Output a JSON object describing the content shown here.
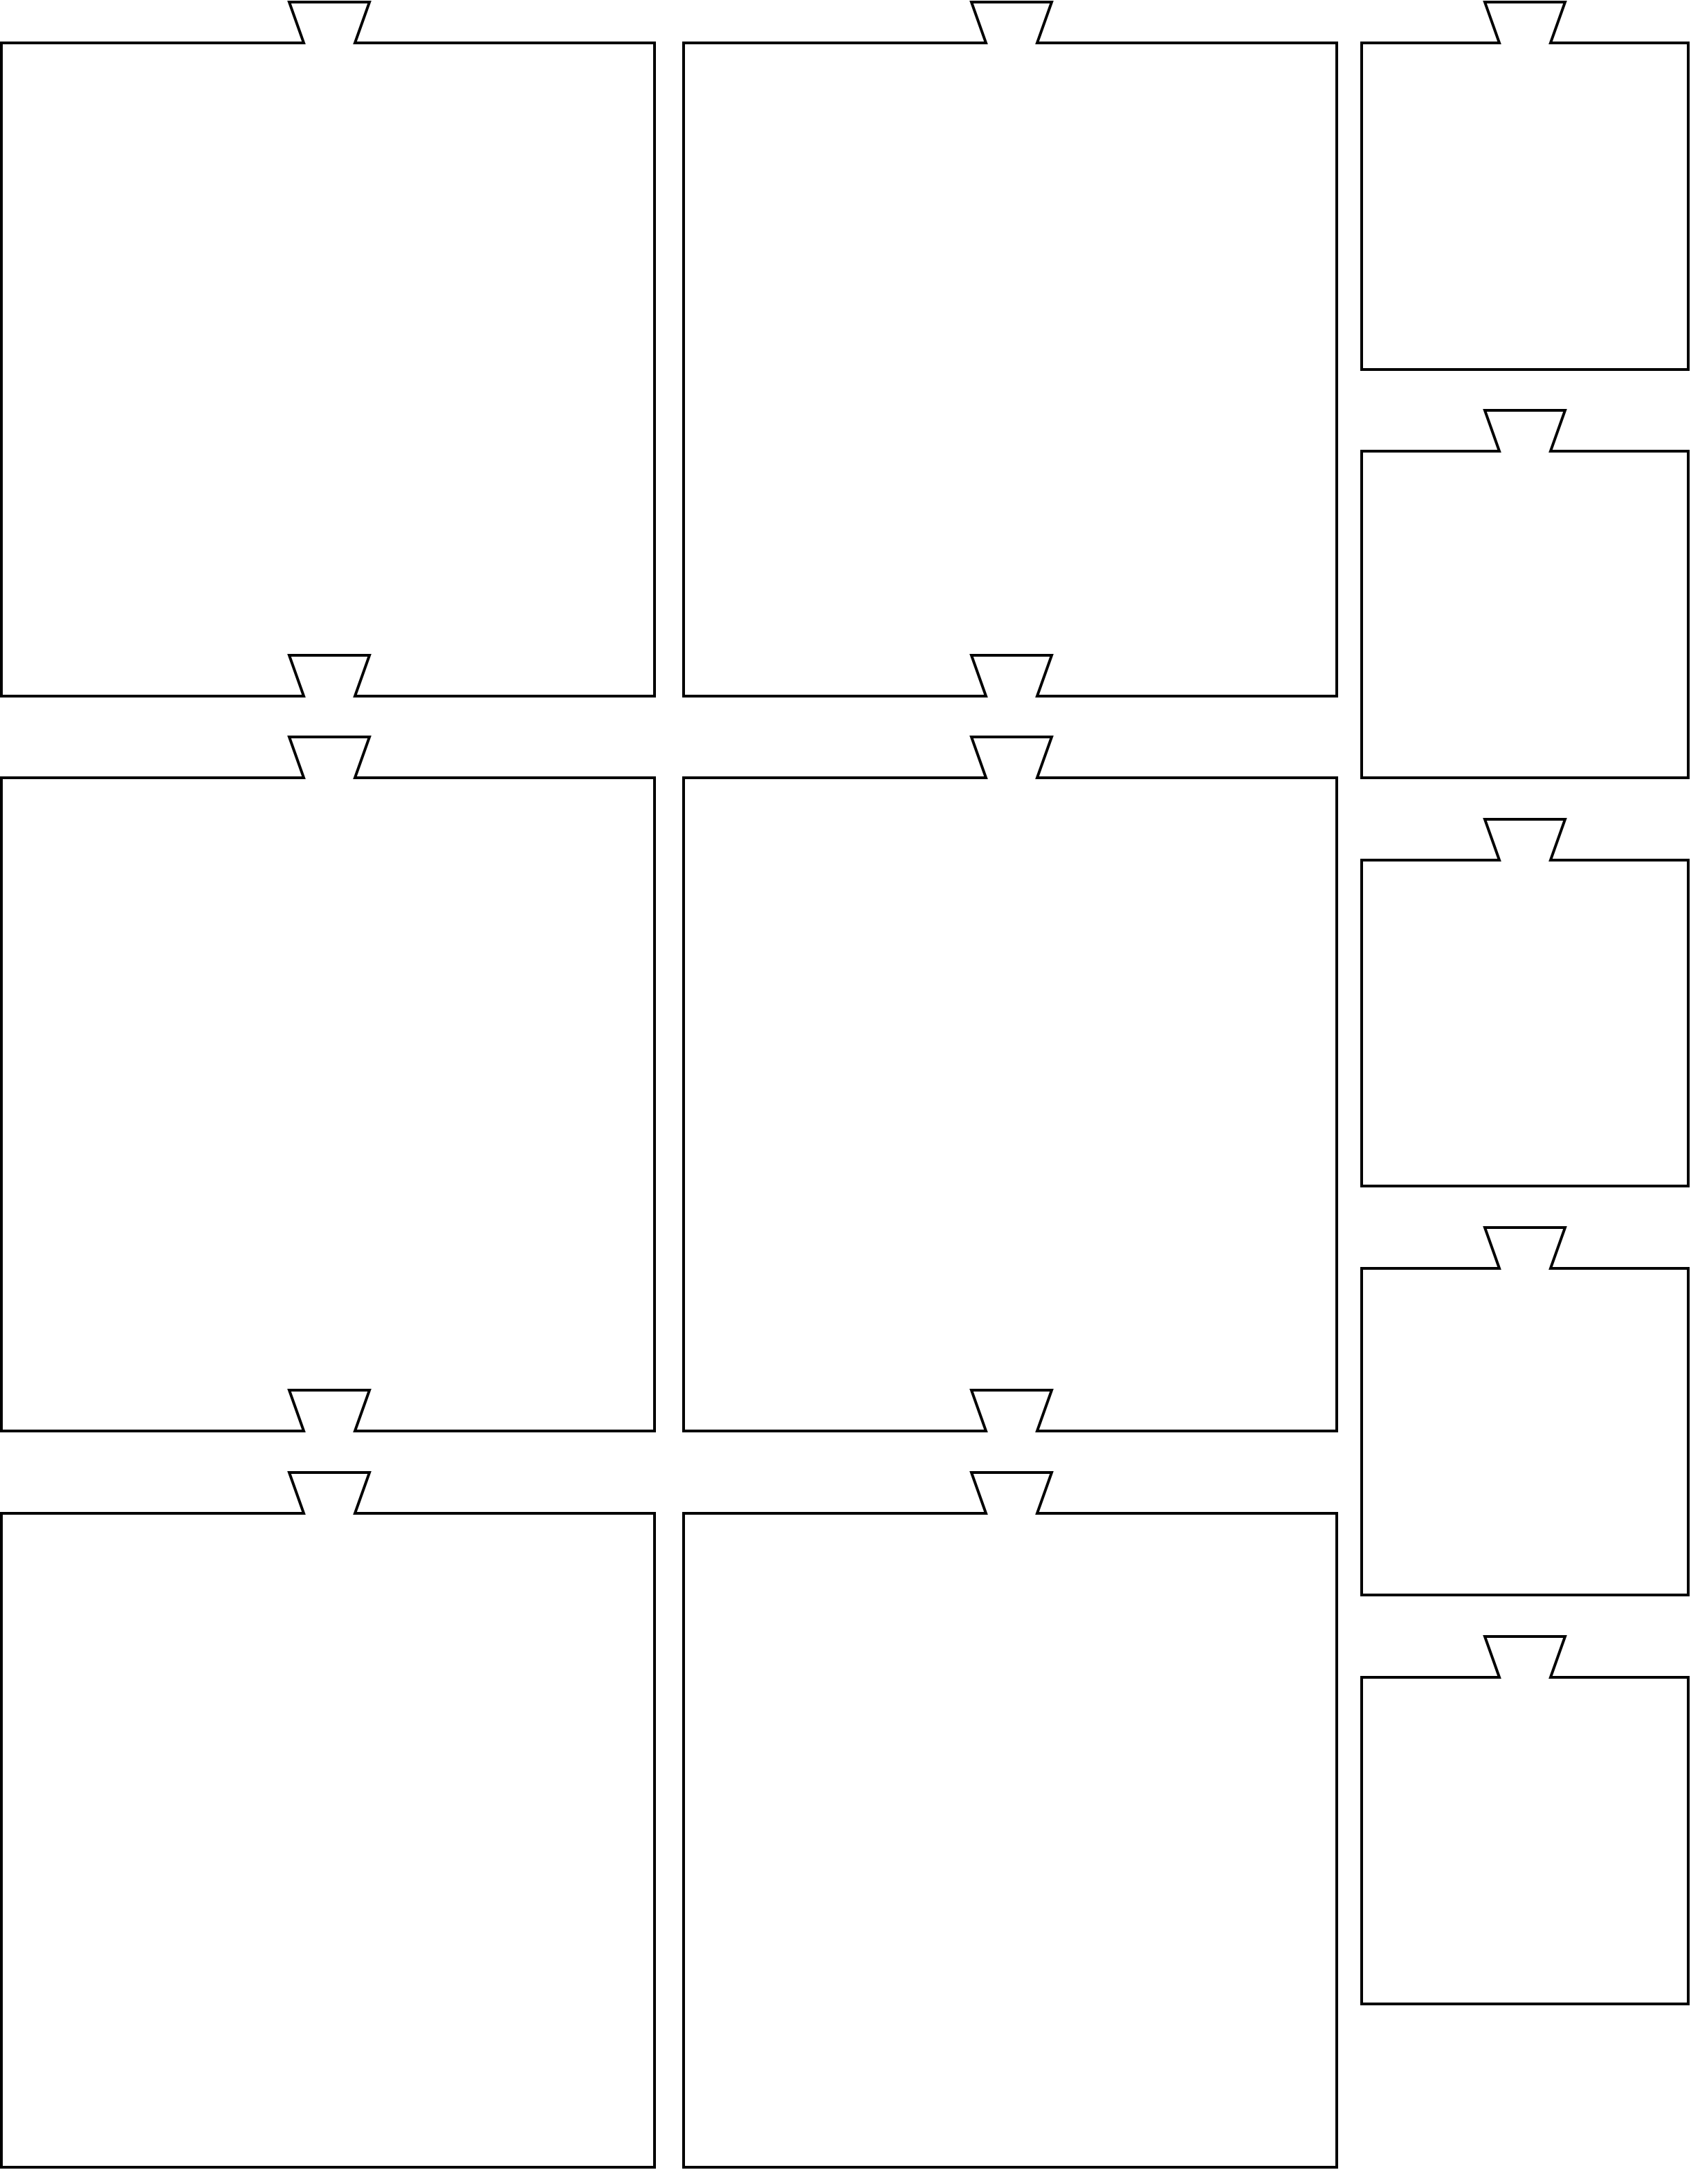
{
  "diagram": {
    "kind": "puzzle-piece-cutting-template",
    "background": "#ffffff",
    "stroke_color": "#000000",
    "groups": [
      {
        "name": "large-pieces",
        "count": 6,
        "tab_top": true,
        "tab_bottom": true,
        "tab_bottom_exception": "last-row"
      },
      {
        "name": "small-pieces",
        "count": 5,
        "tab_top": true,
        "tab_bottom": false
      }
    ],
    "text": []
  }
}
